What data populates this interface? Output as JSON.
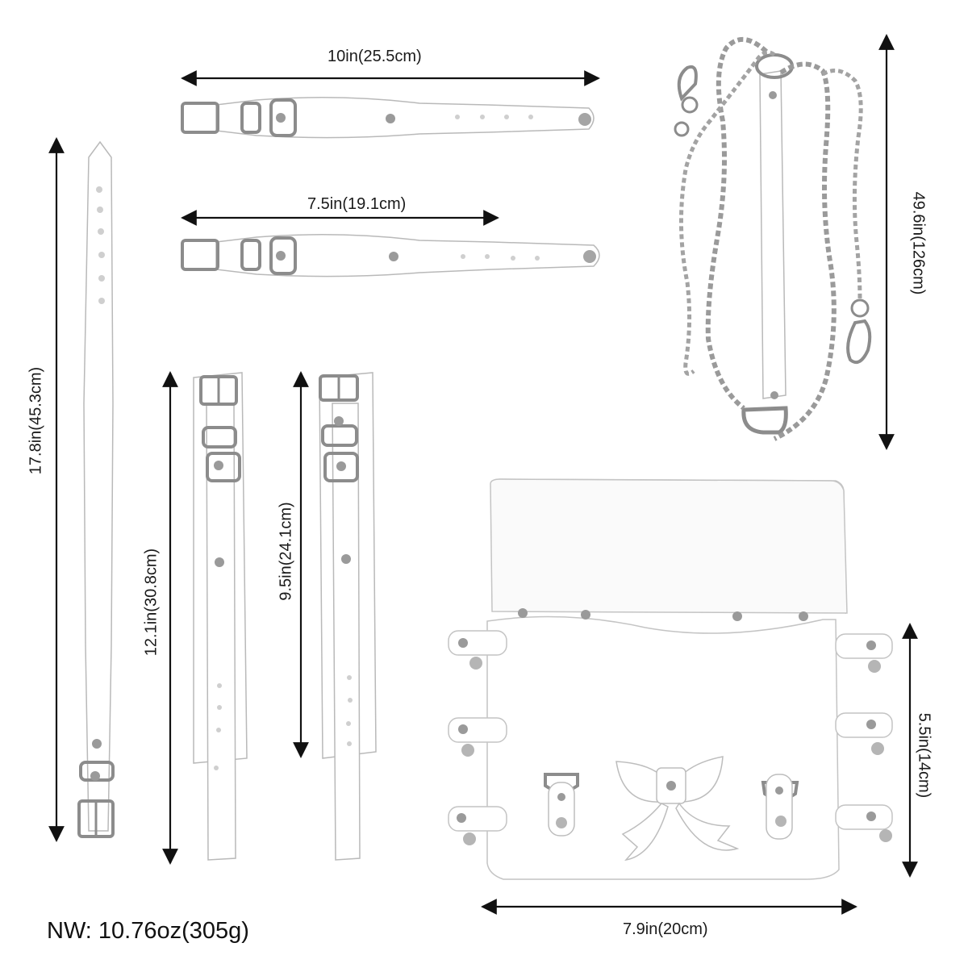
{
  "dimensions": {
    "wrist_cuff_long": "10in(25.5cm)",
    "wrist_cuff_short": "7.5in(19.1cm)",
    "leash": "49.6in(126cm)",
    "collar": "17.8in(45.3cm)",
    "ankle_cuff_left": "12.1in(30.8cm)",
    "ankle_cuff_right": "9.5in(24.1cm)",
    "corset_height": "5.5in(14cm)",
    "corset_width": "7.9in(20cm)"
  },
  "net_weight": "NW:  10.76oz(305g)",
  "colors": {
    "strap_outline": "#b9b9b9",
    "strap_fill": "#ffffff",
    "metal": "#8c8c8c",
    "metal_highlight": "#d9d9d9",
    "arrow": "#111111",
    "text": "#1a1a1a"
  }
}
